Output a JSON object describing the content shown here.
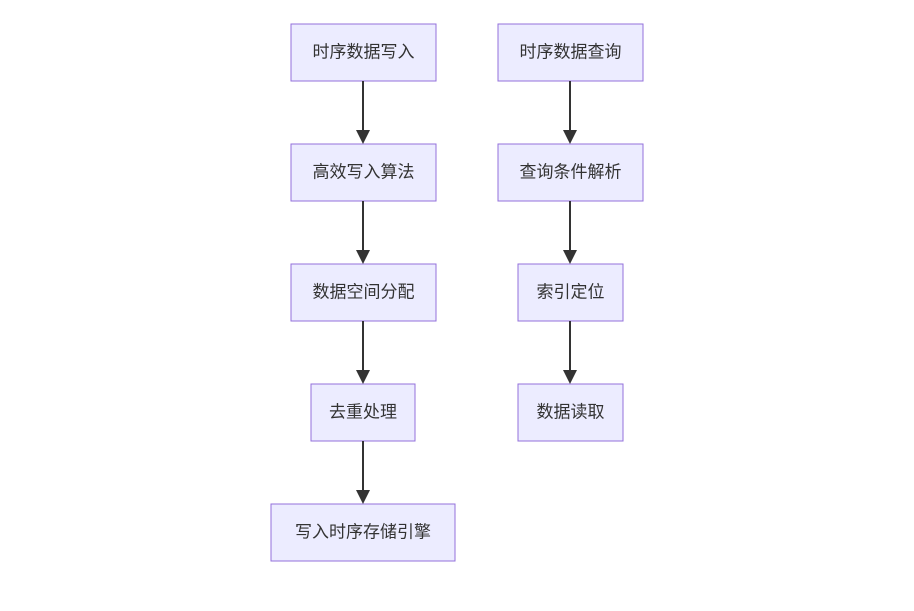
{
  "diagram": {
    "left_column": [
      "时序数据写入",
      "高效写入算法",
      "数据空间分配",
      "去重处理",
      "写入时序存储引擎"
    ],
    "right_column": [
      "时序数据查询",
      "查询条件解析",
      "索引定位",
      "数据读取"
    ],
    "colors": {
      "node_fill": "#ececff",
      "node_stroke": "#9370db",
      "edge": "#333333",
      "text": "#333333"
    }
  }
}
